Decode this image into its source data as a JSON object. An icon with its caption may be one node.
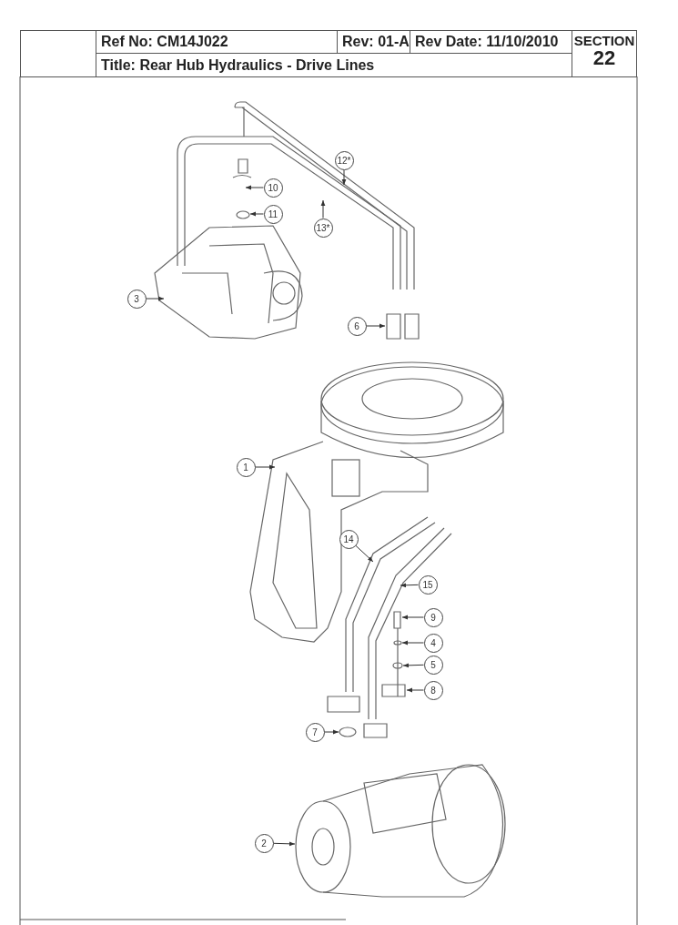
{
  "diagram": {
    "title": "Title: Rear Hub Hydraulics - Drive Lines",
    "nodes": [
      {
        "text": [
          "12*"
        ]
      },
      {
        "text": [
          "10"
        ]
      },
      {
        "text": [
          "11"
        ]
      },
      {
        "text": [
          "13*"
        ]
      },
      {
        "text": [
          "3"
        ]
      },
      {
        "text": [
          "6"
        ]
      },
      {
        "text": [
          "1"
        ]
      },
      {
        "text": [
          "14"
        ]
      },
      {
        "text": [
          "15"
        ]
      },
      {
        "text": [
          "9"
        ]
      },
      {
        "text": [
          "4"
        ]
      },
      {
        "text": [
          "5"
        ]
      },
      {
        "text": [
          "8"
        ]
      },
      {
        "text": [
          "7"
        ]
      },
      {
        "text": [
          "2"
        ]
      }
    ],
    "edges": [
      {
        "from": 0,
        "to": null,
        "arrow": "to"
      },
      {
        "from": 1,
        "to": null,
        "arrow": "to"
      },
      {
        "from": 2,
        "to": null,
        "arrow": "to"
      },
      {
        "from": 3,
        "to": null,
        "arrow": "to"
      },
      {
        "from": 4,
        "to": null,
        "arrow": "to"
      },
      {
        "from": 5,
        "to": null,
        "arrow": "to"
      },
      {
        "from": 6,
        "to": null,
        "arrow": "to"
      },
      {
        "from": 7,
        "to": null,
        "arrow": "to"
      },
      {
        "from": 8,
        "to": null,
        "arrow": "to"
      },
      {
        "from": 9,
        "to": null,
        "arrow": "to"
      },
      {
        "from": 10,
        "to": null,
        "arrow": "to"
      },
      {
        "from": 11,
        "to": null,
        "arrow": "to"
      },
      {
        "from": 12,
        "to": null,
        "arrow": "to"
      },
      {
        "from": 13,
        "to": null,
        "arrow": "to"
      },
      {
        "from": 14,
        "to": null,
        "arrow": "to"
      }
    ],
    "labels": [
      "Ref No: CM14J022",
      "Rev: 01-A",
      "Rev Date: 11/10/2010",
      "SECTION",
      "22"
    ]
  }
}
